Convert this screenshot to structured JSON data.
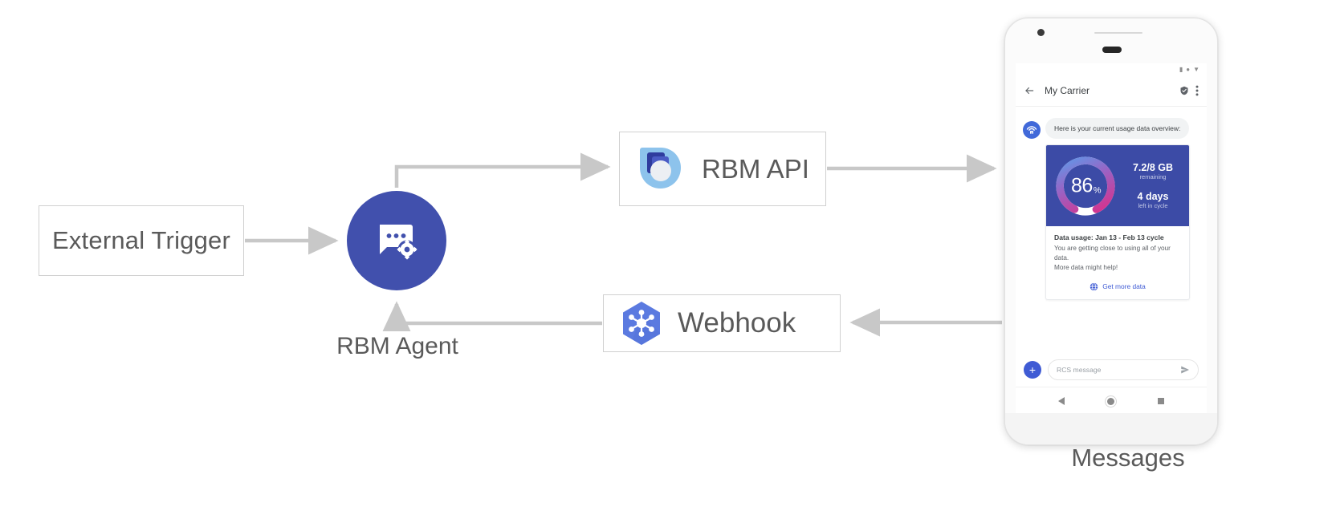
{
  "diagram": {
    "nodes": {
      "external_trigger": {
        "label": "External Trigger"
      },
      "rbm_agent": {
        "label": "RBM Agent",
        "icon": "chat-gear-icon"
      },
      "rbm_api": {
        "label": "RBM API",
        "icon": "rbm-api-logo"
      },
      "webhook": {
        "label": "Webhook",
        "icon": "webhook-hexagon-icon"
      },
      "messages": {
        "label": "Messages"
      }
    },
    "accent_colors": {
      "agent_circle": "#4150ad",
      "webhook_hex": "#5b7ae0",
      "rbm_api_light": "#8dc3ec",
      "rbm_api_dark": "#2f3c9e",
      "connector": "#c8c8c8"
    }
  },
  "phone": {
    "statusbar": {
      "icons": [
        "signal-icon",
        "wifi-icon",
        "battery-icon"
      ]
    },
    "appbar": {
      "back_icon": "back-arrow-icon",
      "title": "My Carrier",
      "verified_icon": "verified-shield-icon",
      "overflow_icon": "overflow-menu-icon"
    },
    "conversation": {
      "avatar_icon": "carrier-brand-icon",
      "bubble_text": "Here is your current usage data overview:"
    },
    "rich_card": {
      "gauge": {
        "value": "86",
        "percent_symbol": "%",
        "fill_percent": 86,
        "track_color": "#ffffff",
        "gradient_start": "#5b9bea",
        "gradient_mid": "#9a63c4",
        "gradient_end": "#d6318c",
        "hero_bg": "#3c4ba6"
      },
      "stats": [
        {
          "big": "7.2/8 GB",
          "small": "remaining"
        },
        {
          "big": "4 days",
          "small": "left in cycle"
        }
      ],
      "title": "Data usage: Jan 13 - Feb 13 cycle",
      "description_line1": "You are getting close to using all of your data.",
      "description_line2": "More data might help!",
      "action": {
        "icon": "globe-icon",
        "label": "Get more data",
        "color": "#3f5bd4"
      }
    },
    "composer": {
      "plus_icon": "plus-icon",
      "placeholder": "RCS message",
      "send_icon": "send-icon"
    },
    "navbar": {
      "back_icon": "nav-back-triangle-icon",
      "home_icon": "nav-home-circle-icon",
      "recents_icon": "nav-recents-square-icon"
    }
  }
}
